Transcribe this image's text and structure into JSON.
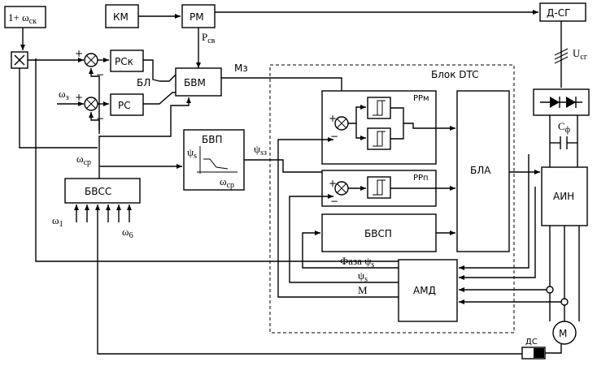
{
  "blocks": {
    "km": "КМ",
    "rm": "РМ",
    "dsg": "Д-СГ",
    "omega_sk_box": "1+ ω",
    "omega_sk_sub": "ск",
    "rs_k": "РСк",
    "rs": "РС",
    "bvm": "БВМ",
    "bvp": "БВП",
    "bvss": "БВСС",
    "rrm": "РРм",
    "rrp": "РРп",
    "bla": "БЛА",
    "ain": "АИН",
    "bvsp": "БВСП",
    "amd": "АМД",
    "ds": "ДС",
    "motor": "М"
  },
  "labels": {
    "p_sv": "P",
    "p_sv_sub": "св",
    "mz": "Мз",
    "bl": "БЛ",
    "omega_z": "ω",
    "omega_z_sub": "з",
    "omega_sr": "ω",
    "omega_sr_sub": "ср",
    "psi_s": "ψ",
    "psi_s_sub": "s",
    "psi_sz": "ψ",
    "psi_sz_sub": "sз",
    "omega_sr_bvp": "ω",
    "omega_sr_bvp_sub": "ср",
    "omega1": "ω",
    "omega1_sub": "1",
    "omega6": "ω",
    "omega6_sub": "6",
    "block_dtc": "Блок DTC",
    "u_sg": "U",
    "u_sg_sub": "сг",
    "c_f": "С",
    "c_f_sub": "ф",
    "faza": "Фаза ψ",
    "faza_sub": "s",
    "psi_out": "ψ",
    "psi_out_sub": "s",
    "m_out": "М",
    "plus": "+",
    "minus": "−"
  }
}
